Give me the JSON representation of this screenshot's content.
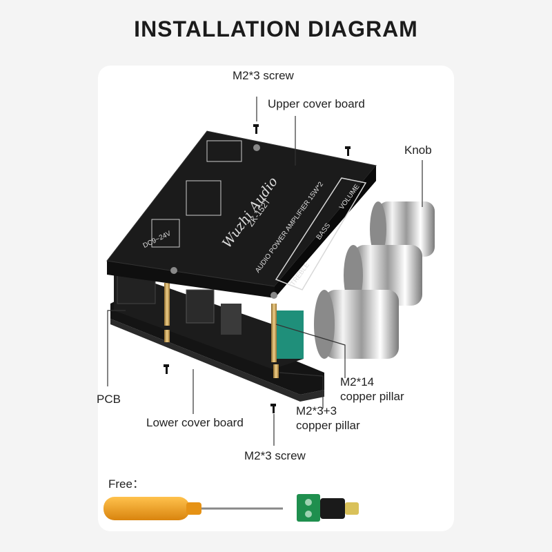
{
  "title": "INSTALLATION DIAGRAM",
  "labels": {
    "top_screw": "M2*3 screw",
    "upper_cover": "Upper cover board",
    "knob": "Knob",
    "pcb": "PCB",
    "pillar14_line1": "M2*14",
    "pillar14_line2": "copper pillar",
    "pillar33_line1": "M2*3+3",
    "pillar33_line2": "copper pillar",
    "lower_cover": "Lower cover board",
    "bottom_screw": "M2*3 screw"
  },
  "free": "Free：",
  "board": {
    "brand": "Wuzhi Audio",
    "model": "ZK-152T",
    "subtitle": "AUDIO POWER AMPLIFIER 15W*2",
    "power": "DC9~24V",
    "treble": "TREBLE",
    "bass": "BASS",
    "volume": "VOLUME"
  },
  "colors": {
    "board": "#161616",
    "copper": "#c9a25a",
    "knob_chrome": "#cfcfcf",
    "screwdriver_handle": "#f0a020",
    "connector_green": "#1f8f4e"
  }
}
